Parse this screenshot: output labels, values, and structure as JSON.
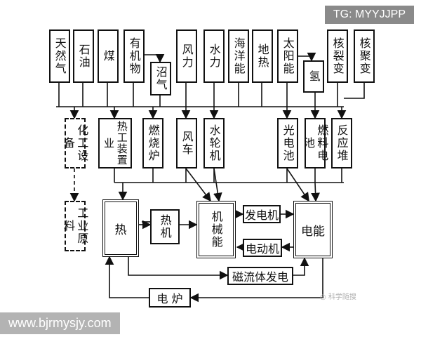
{
  "top_sources": [
    "天然气",
    "石油",
    "煤",
    "有机物",
    "沼气",
    "风力",
    "水力",
    "海洋能",
    "地热",
    "太阳能",
    "氢",
    "核裂变",
    "核聚变"
  ],
  "converters": [
    "化工设备",
    "热工装置业",
    "燃烧炉",
    "风车",
    "水轮机",
    "光电池",
    "燃料电池",
    "反应堆"
  ],
  "industrial_raw": "工业原料",
  "energy_forms": {
    "heat": "热",
    "heat_engine": "热机",
    "mechanical": "机械能",
    "electric": "电能"
  },
  "devices": {
    "generator": "发电机",
    "motor": "电动机",
    "mhd": "磁流体发电",
    "furnace": "电 炉"
  },
  "overlays": {
    "tg": "TG: MYYJJPP",
    "url": "www.bjrmysjy.com",
    "watermark": "科学随搜"
  }
}
